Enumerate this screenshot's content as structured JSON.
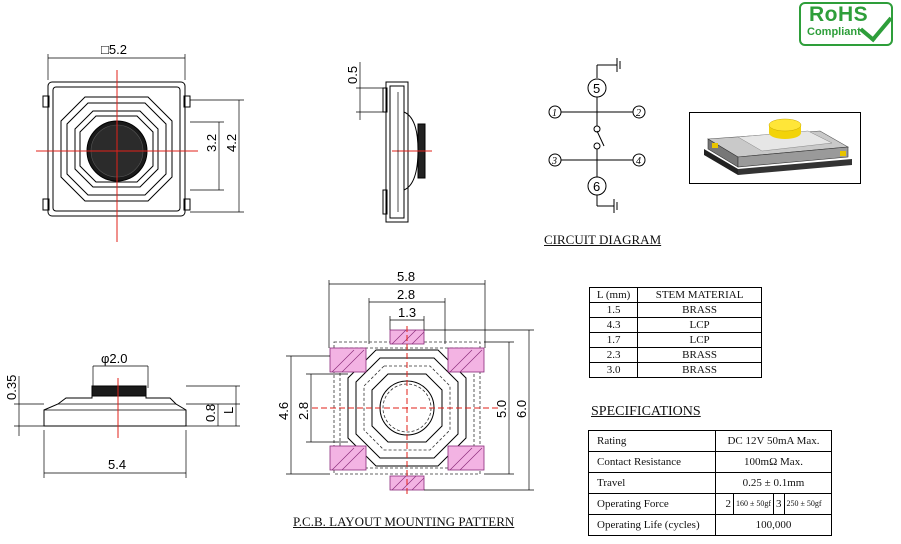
{
  "logo": {
    "line1": "RoHS",
    "line2": "Compliant"
  },
  "top_view": {
    "width_dim": "□5.2",
    "dim_a": "3.2",
    "dim_b": "4.2"
  },
  "side_view": {
    "dim_top": "0.5"
  },
  "circuit": {
    "caption": "CIRCUIT DIAGRAM",
    "terminals": [
      "1",
      "2",
      "3",
      "4",
      "5",
      "6"
    ]
  },
  "front_view": {
    "dia": "φ2.0",
    "h1": "0.35",
    "h2": "0.8",
    "h3": "L",
    "width": "5.4"
  },
  "pcb": {
    "caption": "P.C.B. LAYOUT MOUNTING PATTERN",
    "d_58": "5.8",
    "d_28": "2.8",
    "d_13": "1.3",
    "d_46": "4.6",
    "d_28v": "2.8",
    "d_50": "5.0",
    "d_60": "6.0"
  },
  "material_table": {
    "headers": [
      "L (mm)",
      "STEM MATERIAL"
    ],
    "rows": [
      [
        "1.5",
        "BRASS"
      ],
      [
        "4.3",
        "LCP"
      ],
      [
        "1.7",
        "LCP"
      ],
      [
        "2.3",
        "BRASS"
      ],
      [
        "3.0",
        "BRASS"
      ]
    ]
  },
  "specifications": {
    "caption": "SPECIFICATIONS",
    "rating": {
      "label": "Rating",
      "value": "DC 12V 50mA Max."
    },
    "contact": {
      "label": "Contact Resistance",
      "value": "100mΩ Max."
    },
    "travel": {
      "label": "Travel",
      "value": "0.25 ± 0.1mm"
    },
    "force": {
      "label": "Operating Force",
      "opt1_no": "2",
      "opt1": "160 ± 50gf",
      "opt2_no": "3",
      "opt2": "250 ± 50gf"
    },
    "life": {
      "label": "Operating Life (cycles)",
      "value": "100,000"
    }
  }
}
